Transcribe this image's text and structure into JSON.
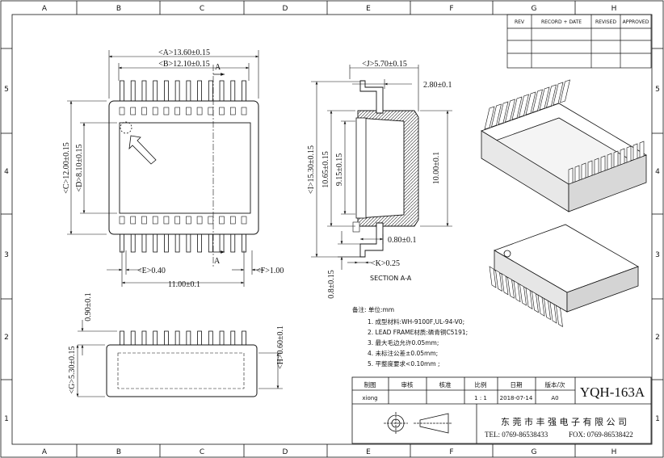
{
  "border": {
    "top_cols": [
      "A",
      "B",
      "C",
      "D",
      "E",
      "F",
      "G",
      "H"
    ],
    "bottom_cols": [
      "A",
      "B",
      "C",
      "D",
      "E",
      "F",
      "G",
      "H"
    ],
    "rows": [
      "5",
      "4",
      "3",
      "2",
      "1"
    ]
  },
  "revision_table": {
    "headers": [
      "REV",
      "RECORD + DATE",
      "REVISED",
      "APPROVED"
    ]
  },
  "top_view": {
    "dim_a": "<A>13.60±0.15",
    "dim_b": "<B>12.10±0.15",
    "dim_c": "<C>12.00±0.15",
    "dim_d": "<D>8.10±0.15",
    "dim_e": "<E>0.40",
    "dim_f": "<F>1.00",
    "dim_pitch": "11.00±0.1",
    "section_mark": "A"
  },
  "section_view": {
    "dim_j": "<J>5.70±0.15",
    "dim_280": "2.80±0.1",
    "dim_i": "<I>15.30±0.15",
    "dim_1065": "10.65±0.15",
    "dim_915": "9.15±0.15",
    "dim_1000": "10.00±0.1",
    "dim_080": "0.80±0.1",
    "dim_k": "<K>0.25",
    "dim_08": "0.8±0.15",
    "caption": "SECTION A-A"
  },
  "side_view": {
    "dim_090": "0.90±0.1",
    "dim_g": "<G>5.30±0.15",
    "dim_h": "<H>0.60±0.1"
  },
  "notes": {
    "title": "备注: 单位:mm",
    "items": [
      "1. 成型材料:WH-9100F,UL-94-V0;",
      "2. LEAD FRAME材质:磷青铜C5191;",
      "3. 最大毛边允许0.05mm;",
      "4. 未标注公差±0.05mm;",
      "5. 平整度要求<0.10mm ;"
    ]
  },
  "title_block": {
    "headers": [
      "制图",
      "审核",
      "核准",
      "比例",
      "日期",
      "版本/次"
    ],
    "values": [
      "xiong",
      "",
      "",
      "1 : 1",
      "2018-07-14",
      "A0"
    ],
    "drawing_no": "YQH-163A",
    "company": "东 莞 市 丰 强 电 子 有 限 公 司",
    "tel": "TEL: 0769-86538433",
    "fax": "FOX: 0769-86538422"
  }
}
